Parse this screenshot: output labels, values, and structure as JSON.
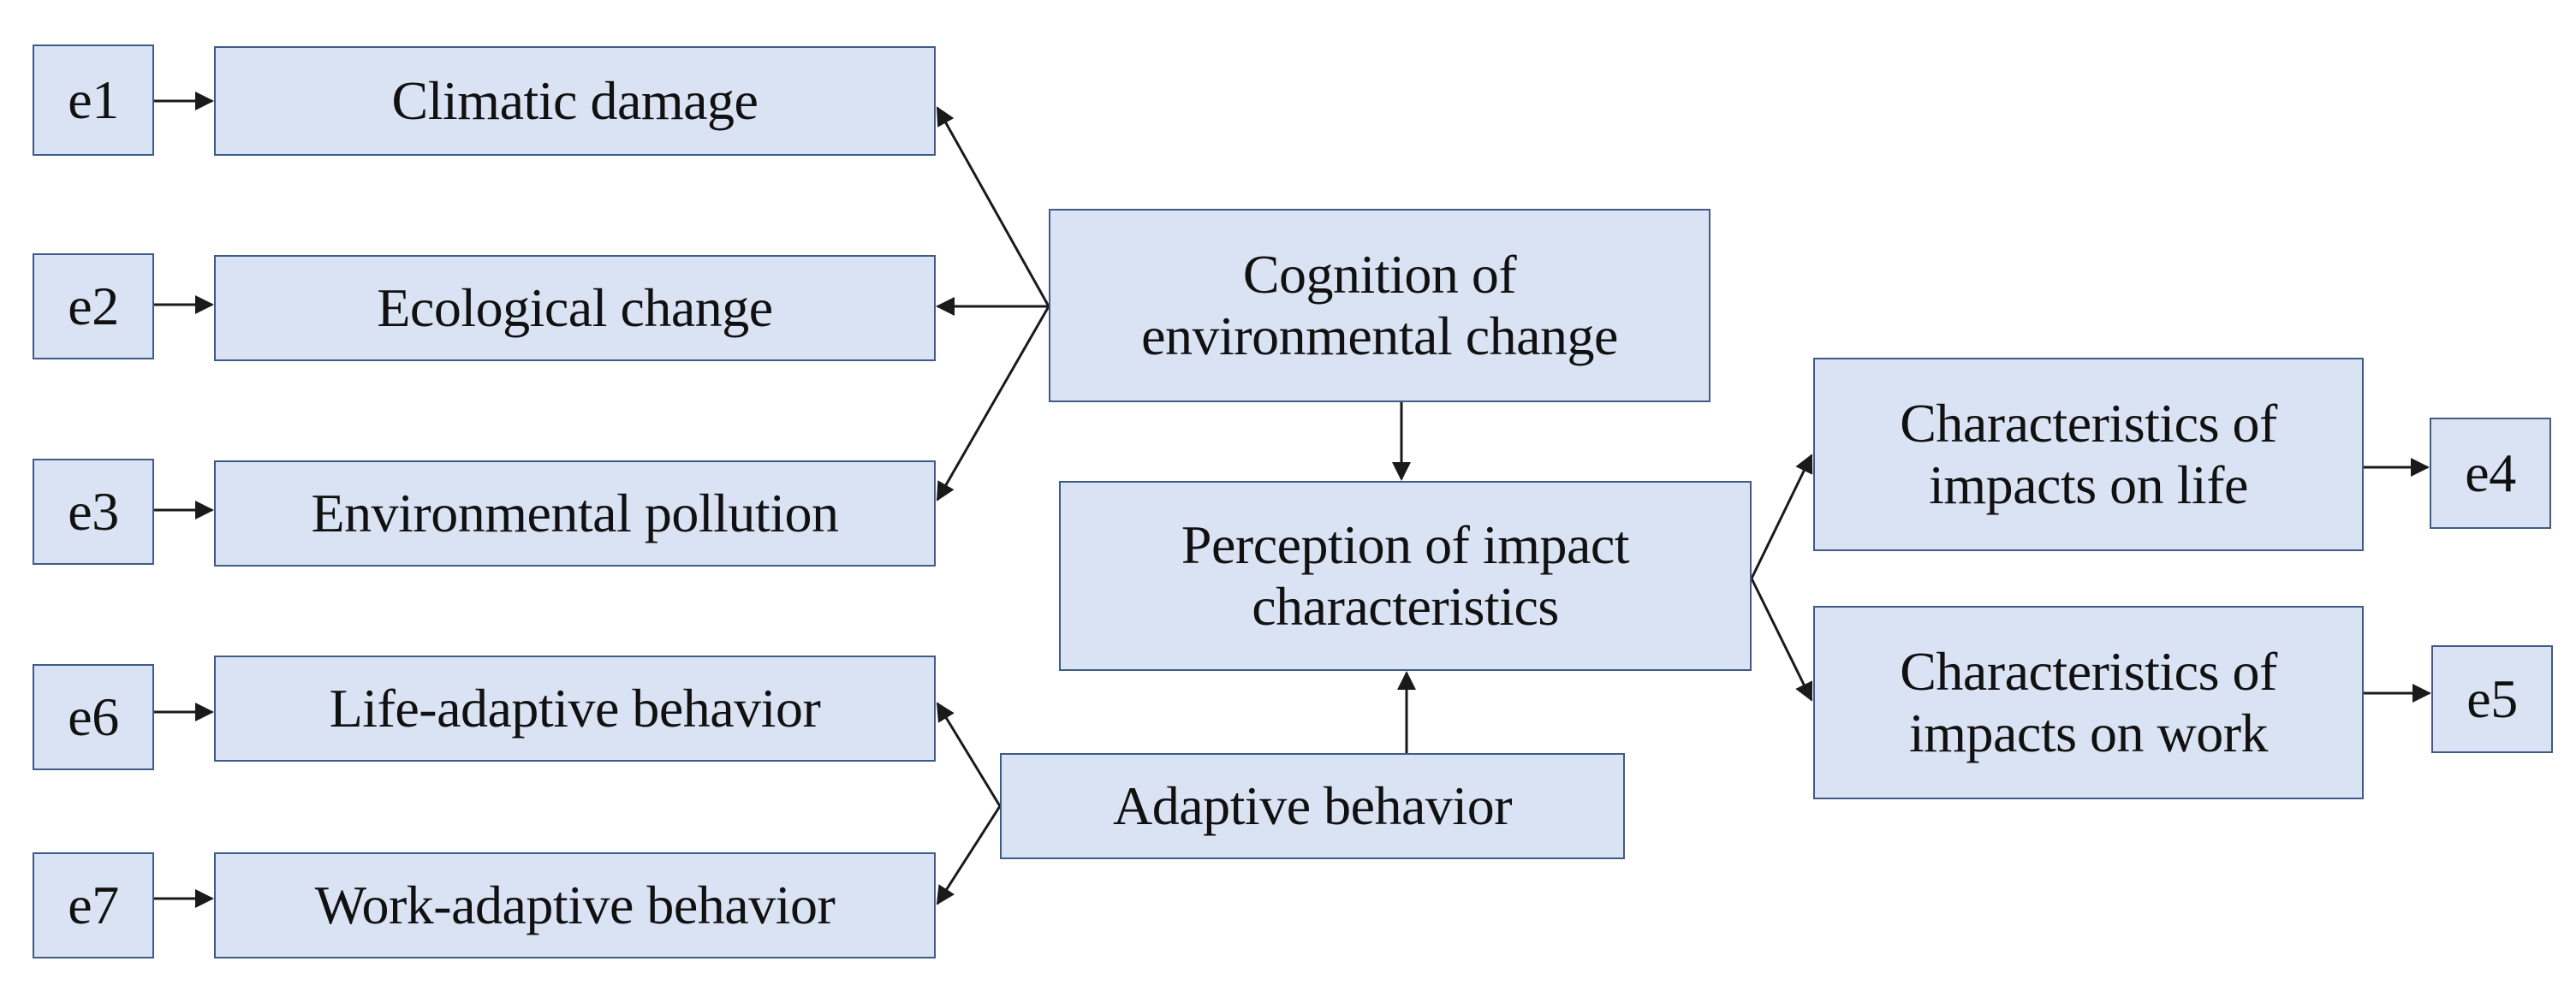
{
  "error_terms": {
    "e1": "e1",
    "e2": "e2",
    "e3": "e3",
    "e4": "e4",
    "e5": "e5",
    "e6": "e6",
    "e7": "e7"
  },
  "indicators": {
    "climatic_damage": "Climatic damage",
    "ecological_change": "Ecological change",
    "environmental_pollution": "Environmental pollution",
    "life_adaptive_behavior": "Life-adaptive behavior",
    "work_adaptive_behavior": "Work-adaptive behavior"
  },
  "constructs": {
    "cognition": {
      "line1": "Cognition of",
      "line2": "environmental change"
    },
    "perception": {
      "line1": "Perception of impact",
      "line2": "characteristics"
    },
    "adaptive_behavior": "Adaptive behavior",
    "impacts_on_life": {
      "line1": "Characteristics of",
      "line2": "impacts on life"
    },
    "impacts_on_work": {
      "line1": "Characteristics of",
      "line2": "impacts on work"
    }
  },
  "colors": {
    "box_fill": "#dae3f3",
    "box_border": "#3f5b87",
    "arrow": "#1a1a1a",
    "text": "#111111"
  }
}
